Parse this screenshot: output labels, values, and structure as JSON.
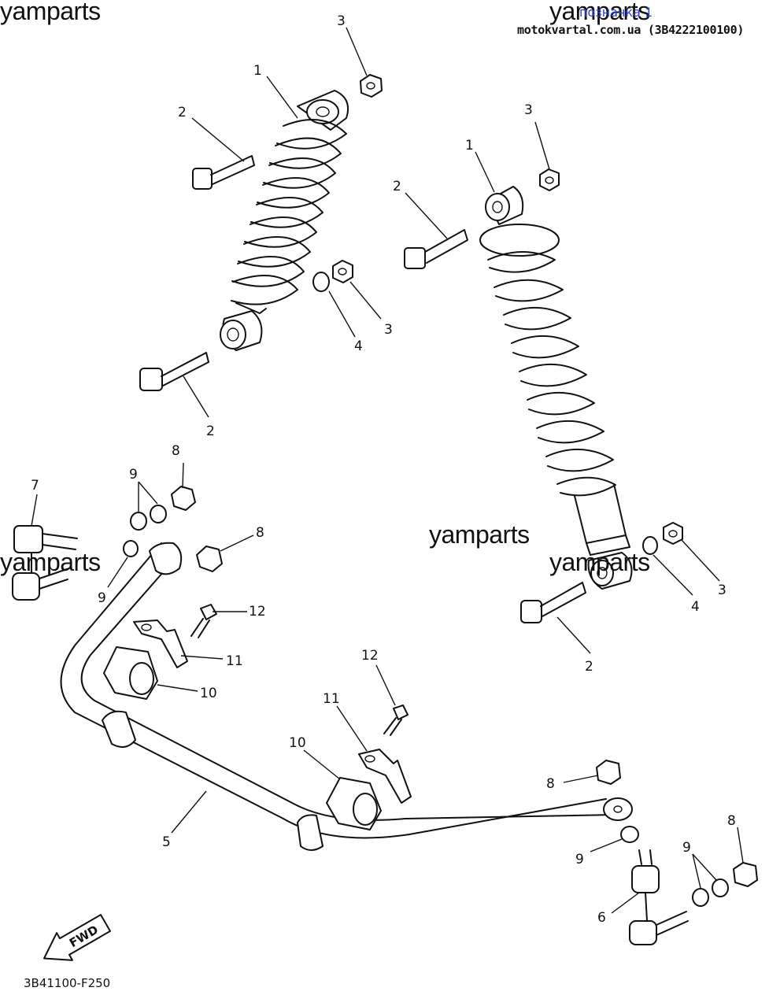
{
  "watermark": "yamparts",
  "header": {
    "link_text": "позначка 1",
    "source_text": "motokvartal.com.ua (3B4222100100)"
  },
  "diagram_code": "3B41100-F250",
  "fwd_label": "FWD",
  "callouts": {
    "c1a": "1",
    "c1b": "1",
    "c2a": "2",
    "c2b": "2",
    "c2c": "2",
    "c2d": "2",
    "c3a": "3",
    "c3b": "3",
    "c3c": "3",
    "c3d": "3",
    "c4a": "4",
    "c4b": "4",
    "c5": "5",
    "c6": "6",
    "c7": "7",
    "c8a": "8",
    "c8b": "8",
    "c8c": "8",
    "c8d": "8",
    "c9a": "9",
    "c9b": "9",
    "c9c": "9",
    "c9d": "9",
    "c10a": "10",
    "c10b": "10",
    "c11a": "11",
    "c11b": "11",
    "c12a": "12",
    "c12b": "12"
  }
}
